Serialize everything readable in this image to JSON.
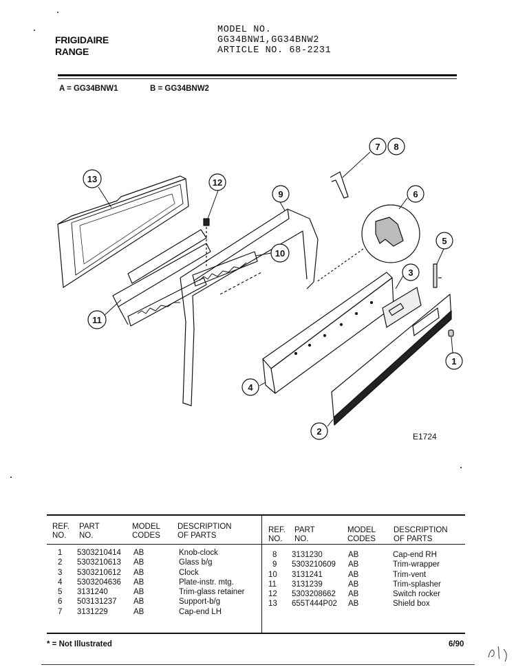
{
  "header": {
    "brand_line1": "FRIGIDAIRE",
    "brand_line2": "RANGE",
    "model_label": "MODEL NO.",
    "model_numbers": "GG34BNW1,GG34BNW2",
    "article": "ARTICLE NO. 68-2231",
    "variant_a": "A = GG34BNW1",
    "variant_b": "B = GG34BNW2"
  },
  "diagram": {
    "figure_id": "E1724",
    "callouts": [
      "13",
      "12",
      "9",
      "7",
      "8",
      "6",
      "5",
      "10",
      "3",
      "11",
      "4",
      "1",
      "2"
    ]
  },
  "table": {
    "headers": {
      "ref_line1": "REF.",
      "ref_line2": "NO.",
      "part_line1": "PART",
      "part_line2": "NO.",
      "model_line1": "MODEL",
      "model_line2": "CODES",
      "desc_line1": "DESCRIPTION",
      "desc_line2": "OF PARTS"
    },
    "left_rows": [
      {
        "ref": "1",
        "part": "5303210414",
        "code": "AB",
        "desc": "Knob-clock"
      },
      {
        "ref": "2",
        "part": "5303210613",
        "code": "AB",
        "desc": "Glass b/g"
      },
      {
        "ref": "3",
        "part": "5303210612",
        "code": "AB",
        "desc": "Clock"
      },
      {
        "ref": "4",
        "part": "5303204636",
        "code": "AB",
        "desc": "Plate-instr. mtg."
      },
      {
        "ref": "5",
        "part": "3131240",
        "code": "AB",
        "desc": "Trim-glass retainer"
      },
      {
        "ref": "6",
        "part": "503131237",
        "code": "AB",
        "desc": "Support-b/g"
      },
      {
        "ref": "7",
        "part": "3131229",
        "code": "AB",
        "desc": "Cap-end LH"
      }
    ],
    "right_rows": [
      {
        "ref": "8",
        "part": "3131230",
        "code": "AB",
        "desc": "Cap-end RH"
      },
      {
        "ref": "9",
        "part": "5303210609",
        "code": "AB",
        "desc": "Trim-wrapper"
      },
      {
        "ref": "10",
        "part": "3131241",
        "code": "AB",
        "desc": "Trim-vent"
      },
      {
        "ref": "11",
        "part": "3131239",
        "code": "AB",
        "desc": "Trim-splasher"
      },
      {
        "ref": "12",
        "part": "5303208662",
        "code": "AB",
        "desc": "Switch rocker"
      },
      {
        "ref": "13",
        "part": "655T444P02",
        "code": "AB",
        "desc": "Shield box"
      }
    ]
  },
  "footer": {
    "note": "* = Not Illustrated",
    "date": "6/90"
  }
}
